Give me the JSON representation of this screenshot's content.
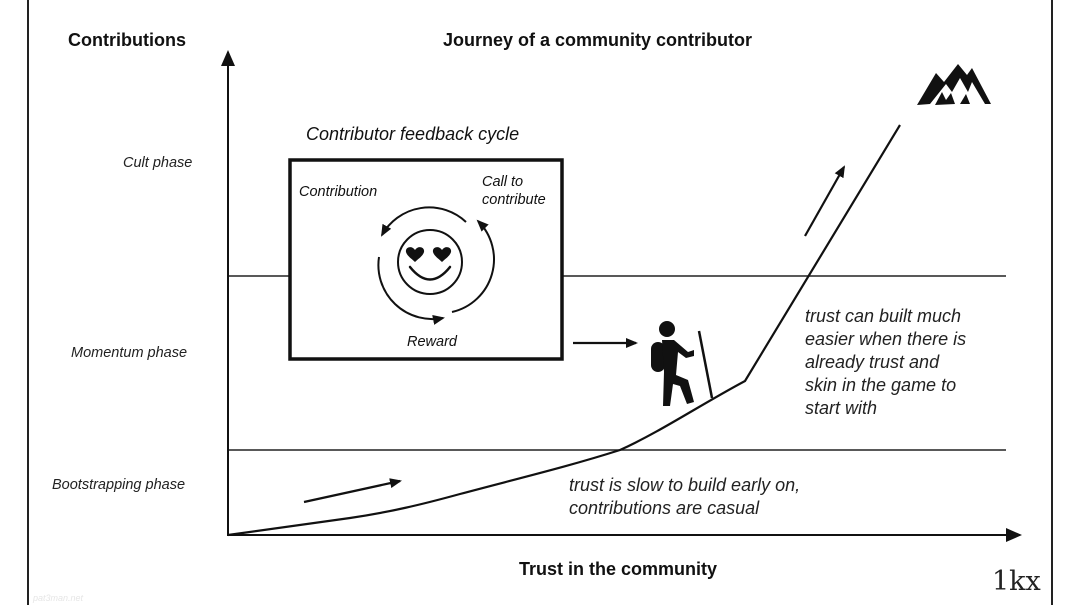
{
  "title": "Journey of a community contributor",
  "axes": {
    "y_label": "Contributions",
    "x_label": "Trust in the community"
  },
  "phases": [
    {
      "label": "Cult phase"
    },
    {
      "label": "Momentum phase"
    },
    {
      "label": "Bootstrapping phase"
    }
  ],
  "feedback_cycle": {
    "title": "Contributor feedback cycle",
    "labels": {
      "contribution": "Contribution",
      "call_to_contribute_line1": "Call to",
      "call_to_contribute_line2": "contribute",
      "reward": "Reward"
    },
    "center_icon": "heart-eyes-smiley-icon"
  },
  "annotations": {
    "upper": [
      "trust can built much",
      "easier when there is",
      "already trust and",
      "skin in the game to",
      "start with"
    ],
    "lower": [
      "trust is slow to build early on,",
      "contributions are casual"
    ]
  },
  "icons": {
    "hiker": "hiker-icon",
    "mountain": "mountain-icon"
  },
  "logo": "1kx",
  "watermark": "pat3man.net",
  "journey_curve": {
    "description": "Contributions vs trust: slow rise in bootstrapping, steeper in momentum, steep climb into cult phase",
    "points_relative": [
      [
        0,
        0
      ],
      [
        0.15,
        0.035
      ],
      [
        0.29,
        0.085
      ],
      [
        0.49,
        0.176
      ],
      [
        0.65,
        0.319
      ],
      [
        0.85,
        0.849
      ]
    ]
  },
  "colors": {
    "ink": "#111111",
    "background": "#ffffff",
    "frame": "#222222"
  }
}
